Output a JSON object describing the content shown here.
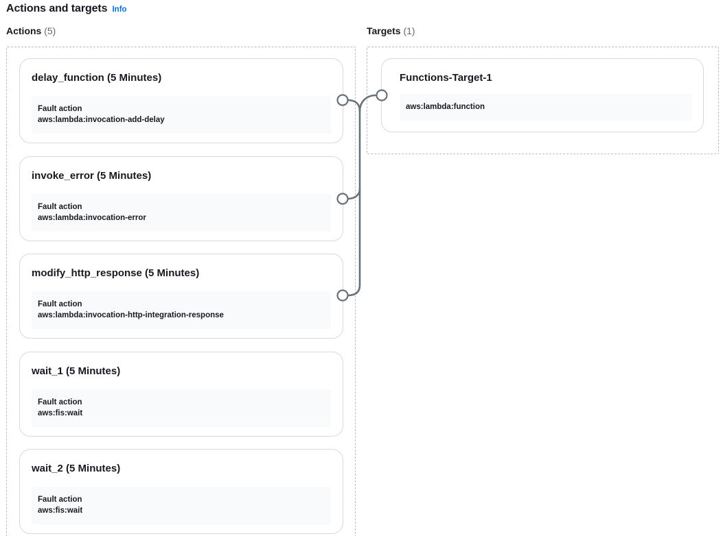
{
  "header": {
    "title": "Actions and targets",
    "info_label": "Info"
  },
  "columns": {
    "actions": {
      "label": "Actions",
      "count": "(5)"
    },
    "targets": {
      "label": "Targets",
      "count": "(1)"
    }
  },
  "actions": [
    {
      "title": "delay_function (5 Minutes)",
      "field_label": "Fault action",
      "field_value": "aws:lambda:invocation-add-delay",
      "has_port": true
    },
    {
      "title": "invoke_error (5 Minutes)",
      "field_label": "Fault action",
      "field_value": "aws:lambda:invocation-error",
      "has_port": true
    },
    {
      "title": "modify_http_response (5 Minutes)",
      "field_label": "Fault action",
      "field_value": "aws:lambda:invocation-http-integration-response",
      "has_port": true
    },
    {
      "title": "wait_1 (5 Minutes)",
      "field_label": "Fault action",
      "field_value": "aws:fis:wait",
      "has_port": false
    },
    {
      "title": "wait_2 (5 Minutes)",
      "field_label": "Fault action",
      "field_value": "aws:fis:wait",
      "has_port": false
    }
  ],
  "targets": [
    {
      "title": "Functions-Target-1",
      "field_value": "aws:lambda:function",
      "has_port": true
    }
  ],
  "colors": {
    "link": "#0972d3",
    "text": "#16191f",
    "muted": "#5f6b7a",
    "card_border": "#d5dbdb",
    "panel_fill": "#f9fafb",
    "dashed_border": "#b6bec9",
    "connector": "#687078"
  }
}
